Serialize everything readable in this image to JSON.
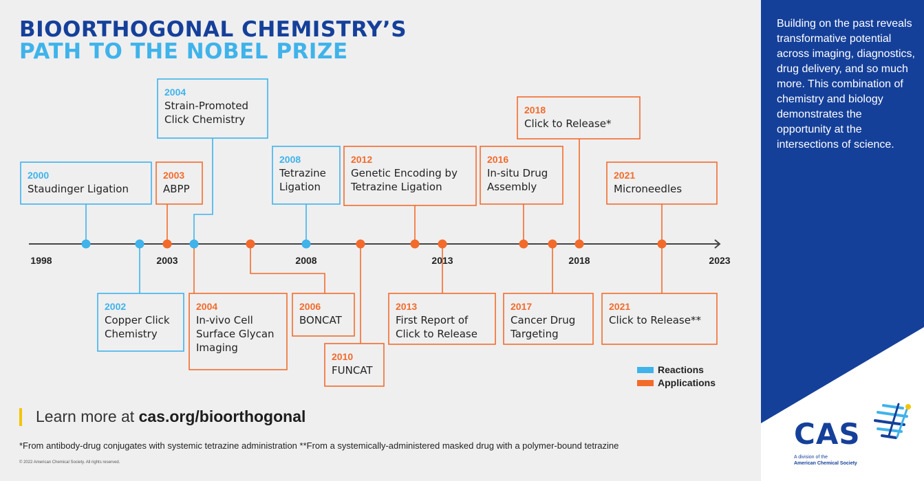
{
  "title": {
    "line1": "BIOORTHOGONAL CHEMISTRY’S",
    "line2": "PATH TO THE NOBEL PRIZE"
  },
  "colors": {
    "reaction": "#3fb3ea",
    "application": "#f26b2b",
    "navy": "#15409a",
    "axis": "#444444"
  },
  "axis": {
    "ticks": [
      "1998",
      "2003",
      "2008",
      "2013",
      "2018",
      "2023"
    ]
  },
  "events": [
    {
      "year": "2000",
      "label": [
        "Staudinger Ligation"
      ],
      "kind": "reaction"
    },
    {
      "year": "2002",
      "label": [
        "Copper Click",
        "Chemistry"
      ],
      "kind": "reaction"
    },
    {
      "year": "2003",
      "label": [
        "ABPP"
      ],
      "kind": "application"
    },
    {
      "year": "2004",
      "label": [
        "Strain-Promoted",
        "Click Chemistry"
      ],
      "kind": "reaction"
    },
    {
      "year": "2004",
      "label": [
        "In-vivo Cell",
        "Surface Glycan",
        "Imaging"
      ],
      "kind": "application"
    },
    {
      "year": "2006",
      "label": [
        "BONCAT"
      ],
      "kind": "application"
    },
    {
      "year": "2008",
      "label": [
        "Tetrazine",
        "Ligation"
      ],
      "kind": "reaction"
    },
    {
      "year": "2010",
      "label": [
        "FUNCAT"
      ],
      "kind": "application"
    },
    {
      "year": "2012",
      "label": [
        "Genetic Encoding by",
        "Tetrazine Ligation"
      ],
      "kind": "application"
    },
    {
      "year": "2013",
      "label": [
        "First Report of",
        "Click to Release"
      ],
      "kind": "application"
    },
    {
      "year": "2016",
      "label": [
        "In-situ Drug",
        "Assembly"
      ],
      "kind": "application"
    },
    {
      "year": "2017",
      "label": [
        "Cancer Drug",
        "Targeting"
      ],
      "kind": "application"
    },
    {
      "year": "2018",
      "label": [
        "Click to Release*"
      ],
      "kind": "application"
    },
    {
      "year": "2021",
      "label": [
        "Microneedles"
      ],
      "kind": "application"
    },
    {
      "year": "2021",
      "label": [
        "Click to Release**"
      ],
      "kind": "application"
    }
  ],
  "legend": {
    "reactions": "Reactions",
    "applications": "Applications"
  },
  "learn_more": {
    "prefix": "Learn more at ",
    "url": "cas.org/bioorthogonal"
  },
  "footnote": "*From antibody-drug conjugates with systemic tetrazine administration  **From a systemically-administered masked drug with a polymer-bound tetrazine",
  "copyright": "© 2022 American Chemical Society. All rights reserved.",
  "side_text": "Building on the past reveals transformative potential across imaging, diagnostics, drug delivery, and so much more. This combination of chemistry and biology demonstrates the opportunity at the intersections of science.",
  "logo": {
    "wordmark": "CAS",
    "sub1": "A division of the",
    "sub2": "American Chemical Society"
  }
}
